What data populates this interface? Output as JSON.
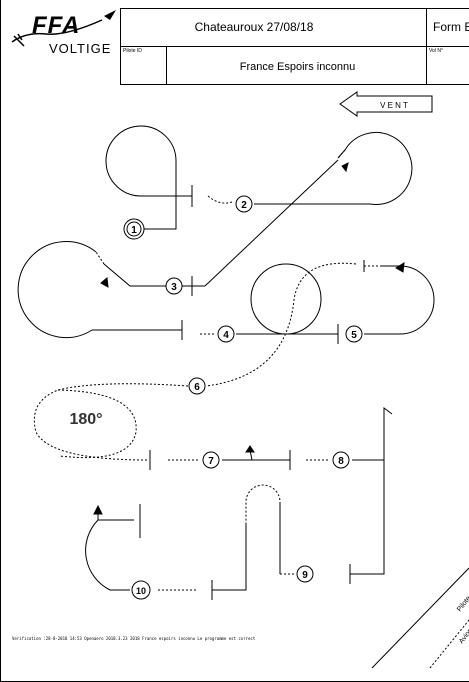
{
  "logo": {
    "text": "FFA",
    "subtext": "VOLTIGE"
  },
  "header": {
    "title": "Chateauroux 27/08/18",
    "form": "Form B",
    "pilot_label": "Pilote ID",
    "program": "France Espoirs inconnu",
    "vol_label": "Vol N°"
  },
  "diagram": {
    "wind_label": "V E N T",
    "figure_numbers": [
      "1",
      "2",
      "3",
      "4",
      "5",
      "6",
      "7",
      "8",
      "9",
      "10"
    ],
    "angle_label": "180°"
  },
  "corner": {
    "pilot_label": "Pilote",
    "aircraft_label": "Avion"
  },
  "footer": "Verification :28-8-2018 14:53 Openaero 2018.3.23 2018 France espoirs inconnu Le programme est correct"
}
